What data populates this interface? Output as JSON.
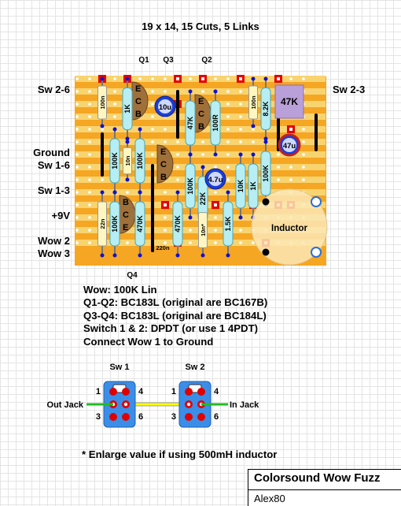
{
  "header": {
    "title": "19 x 14, 15 Cuts, 5 Links"
  },
  "transistor_labels": [
    "Q1",
    "Q3",
    "Q2",
    "Q4"
  ],
  "left_labels": [
    "Sw 2-6",
    "Ground",
    "Sw 1-6",
    "Sw 1-3",
    "+9V",
    "Wow 2",
    "Wow 3"
  ],
  "right_labels": [
    "Sw 2-3"
  ],
  "components": {
    "c100n_a": "100n",
    "r1k_a": "1K",
    "cap10u": "10u",
    "r47k_a": "47K",
    "r100r": "100R",
    "c100n_b": "100n",
    "r8k2": "8.2K",
    "pot47k": "47K",
    "r100k_a": "100K",
    "c10n_a": "10n",
    "r100k_b": "100K",
    "cap47u": "47u",
    "r100k_c": "100K",
    "cap4u7": "4.7u",
    "r100k_d": "100K",
    "r22k": "22K",
    "r10k": "10K",
    "r1k_b": "1K",
    "r1k5": "1.5K",
    "c22n": "22n",
    "r100k_e": "100K",
    "r470k_a": "470K",
    "r470k_b": "470K",
    "c10n_b": "10n*",
    "c220n": "220n",
    "inductor": "Inductor"
  },
  "pins": {
    "e": "E",
    "c": "C",
    "b": "B"
  },
  "notes": [
    "Wow: 100K Lin",
    "Q1-Q2: BC183L (original are BC167B)",
    "Q3-Q4: BC183L (original are BC184L)",
    "Switch 1 & 2: DPDT (or use 1 4PDT)",
    "Connect Wow 1 to Ground"
  ],
  "switches": {
    "sw1_label": "Sw 1",
    "sw2_label": "Sw 2",
    "pins": [
      "1",
      "4",
      "3",
      "6"
    ],
    "out_jack": "Out Jack",
    "in_jack": "In Jack"
  },
  "footnote": "* Enlarge value if using 500mH inductor",
  "title_box": {
    "title": "Colorsound Wow Fuzz",
    "author": "Alex80"
  },
  "colors": {
    "board": "#f5a623",
    "strip": "#f8d470",
    "resistor": "#b7eef3",
    "cap_blue": "#1a3fd6",
    "cut": "#e60000",
    "transistor": "#a0703a",
    "wire": "#000000",
    "link_yellow": "#ffff00",
    "link_green": "#22bb22"
  }
}
